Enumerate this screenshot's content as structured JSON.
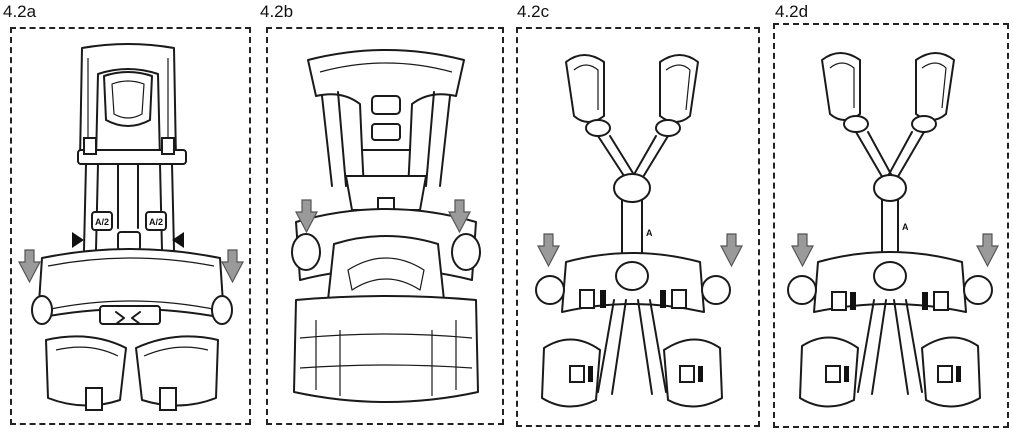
{
  "panels": [
    {
      "label": "4.2a"
    },
    {
      "label": "4.2b"
    },
    {
      "label": "4.2c"
    },
    {
      "label": "4.2d"
    }
  ],
  "harness_tags": {
    "a_sternal_left": "A/2",
    "a_sternal_right": "A/2",
    "c_sternal": "A",
    "d_sternal": "A"
  },
  "colors": {
    "arrow_fill": "#9a9a9a",
    "line": "#1a1a1a",
    "frame": "#222222"
  },
  "icons": [
    "down-arrow-icon"
  ]
}
